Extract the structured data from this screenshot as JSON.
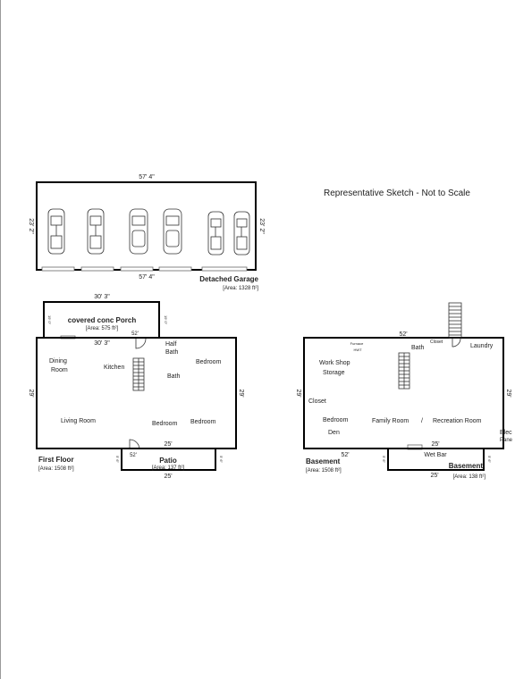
{
  "note": "Representative Sketch - Not to Scale",
  "garage": {
    "title": "Detached Garage",
    "area": "[Area: 1328 ft²]",
    "dim_top": "57' 4\"",
    "dim_bottom": "57' 4\"",
    "dim_left": "23' 2\"",
    "dim_right": "23' 2\""
  },
  "porch": {
    "title": "covered conc Porch",
    "area": "[Area: 575 ft²]",
    "dim_top": "30' 3\"",
    "dim_bottom": "30' 3\"",
    "dim_left": "19' 0\"",
    "dim_right": "19' 0\"",
    "dim_inner": "52'"
  },
  "first_floor": {
    "title": "First Floor",
    "area": "[Area: 1508 ft²]",
    "dim_left": "29'",
    "dim_right": "29'",
    "rooms": {
      "dining": "Dining",
      "room": "Room",
      "kitchen": "Kitchen",
      "half": "Half",
      "half_bath": "Bath",
      "bath": "Bath",
      "bedroom_tr": "Bedroom",
      "living": "Living Room",
      "bedroom_bm": "Bedroom",
      "bedroom_br": "Bedroom"
    },
    "dim_patio_top": "25'",
    "dim_bottom": "52'"
  },
  "patio": {
    "title": "Patio",
    "area": "[Area: 137 ft²]",
    "dim_bottom": "25'",
    "dim_left": "5' 6\"",
    "dim_right": "5' 6\""
  },
  "basement": {
    "title": "Basement",
    "area": "[Area: 1508 ft²]",
    "dim_top": "52'",
    "dim_bottom": "52'",
    "dim_left": "29'",
    "dim_right": "29'",
    "rooms": {
      "furnace": "Furnace",
      "hwt": "HWT",
      "bath": "Bath",
      "closet_top": "Closet",
      "laundry": "Laundry",
      "workshop": "Work Shop",
      "storage": "Storage",
      "closet_left": "Closet",
      "bedroom": "Bedroom",
      "den": "Den",
      "family": "Family Room",
      "slash": "/",
      "recreation": "Recreation Room",
      "elec": "Elec",
      "panel": "Pane"
    },
    "dim_wetbar_top": "25'"
  },
  "basement2": {
    "title": "Basement",
    "area": "[Area: 138 ft²]",
    "wetbar": "Wet Bar",
    "dim_bottom": "25'",
    "dim_left": "5' 6\"",
    "dim_right": "5' 6\""
  }
}
